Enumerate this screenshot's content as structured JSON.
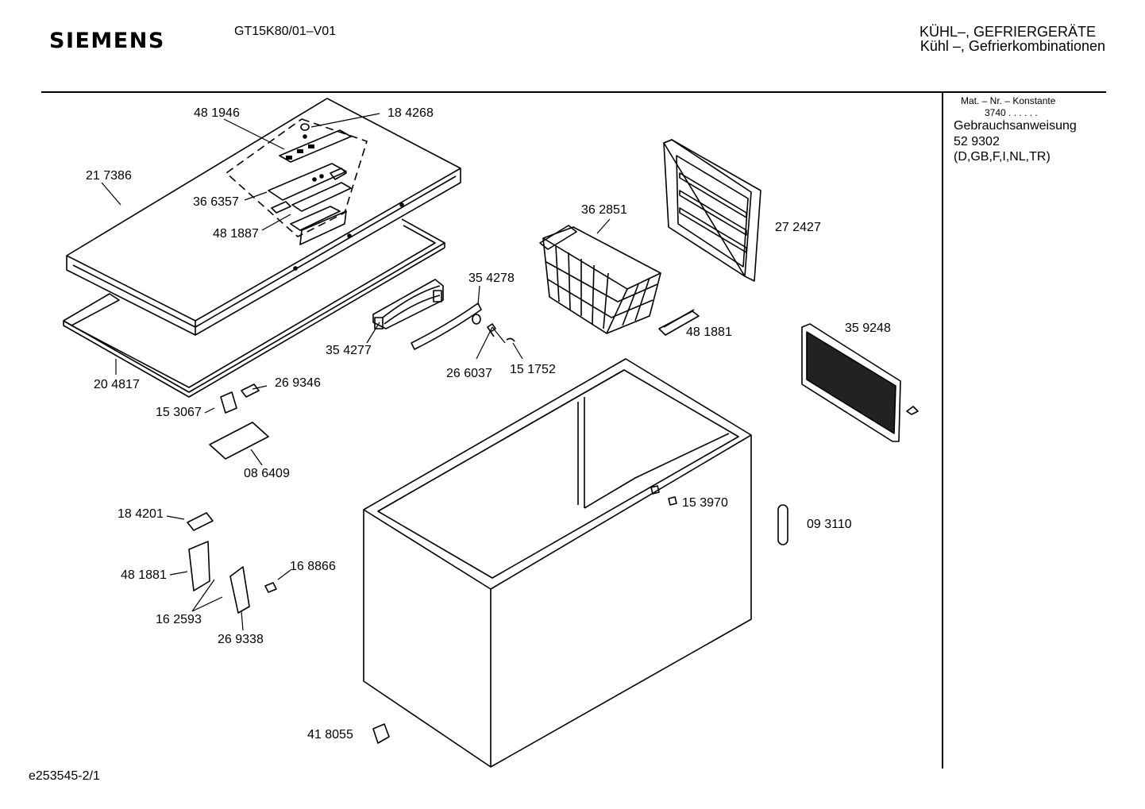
{
  "header": {
    "brand": "SIEMENS",
    "model": "GT15K80/01–V01",
    "category_line1": "KÜHL–, GEFRIERGERÄTE",
    "category_line2": "Kühl –, Gefrierkombinationen"
  },
  "side_panel": {
    "mat_label": "Mat. – Nr. – Konstante",
    "mat_value": "3740 . .   . . . .",
    "doc_title": "Gebrauchsanweisung",
    "doc_number": "52 9302",
    "doc_languages": "(D,GB,F,I,NL,TR)"
  },
  "footer": {
    "drawing_id": "e253545-2/1"
  },
  "parts": [
    {
      "id": "p1",
      "label": "48 1946"
    },
    {
      "id": "p2",
      "label": "18 4268"
    },
    {
      "id": "p3",
      "label": "21 7386"
    },
    {
      "id": "p4",
      "label": "36 6357"
    },
    {
      "id": "p5",
      "label": "48 1887"
    },
    {
      "id": "p6",
      "label": "36 2851"
    },
    {
      "id": "p7",
      "label": "27 2427"
    },
    {
      "id": "p8",
      "label": "35 4278"
    },
    {
      "id": "p9",
      "label": "35 4277"
    },
    {
      "id": "p10",
      "label": "48 1881"
    },
    {
      "id": "p11",
      "label": "35 9248"
    },
    {
      "id": "p12",
      "label": "26 6037"
    },
    {
      "id": "p13",
      "label": "15 1752"
    },
    {
      "id": "p14",
      "label": "20 4817"
    },
    {
      "id": "p15",
      "label": "26 9346"
    },
    {
      "id": "p16",
      "label": "15 3067"
    },
    {
      "id": "p17",
      "label": "08 6409"
    },
    {
      "id": "p18",
      "label": "15 3970"
    },
    {
      "id": "p19",
      "label": "09 3110"
    },
    {
      "id": "p20",
      "label": "18 4201"
    },
    {
      "id": "p21",
      "label": "48 1881"
    },
    {
      "id": "p22",
      "label": "16 8866"
    },
    {
      "id": "p23",
      "label": "16 2593"
    },
    {
      "id": "p24",
      "label": "26 9338"
    },
    {
      "id": "p25",
      "label": "41 8055"
    }
  ]
}
